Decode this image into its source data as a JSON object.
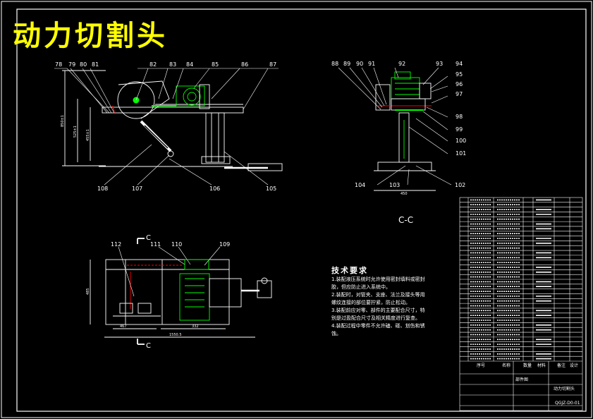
{
  "title": "动力切割头",
  "section_label": "C-C",
  "section_marks": [
    "C",
    "C"
  ],
  "callouts": {
    "front": [
      "78",
      "79",
      "80",
      "81",
      "82",
      "83",
      "84",
      "85",
      "86",
      "87"
    ],
    "front_bottom": [
      "108",
      "107",
      "106",
      "105"
    ],
    "side": [
      "88",
      "89",
      "90",
      "91",
      "92",
      "93",
      "94",
      "95",
      "96",
      "97",
      "98",
      "99",
      "100",
      "101"
    ],
    "side_bottom": [
      "104",
      "103",
      "102"
    ],
    "plan": [
      "112",
      "111",
      "110",
      "109"
    ]
  },
  "dims": {
    "front_v1": "850±1",
    "front_v2": "525±1",
    "front_v3": "455±1",
    "side_w": "450",
    "plan_w1": "467",
    "plan_w2": "332",
    "plan_total": "1550.5",
    "plan_h": "485"
  },
  "notes": {
    "heading": "技术要求",
    "lines": [
      "1.装配液压系统时允许使用密封填料或密封",
      "胶，但应防止进入系统中。",
      "2.装配时，对管夹、支座、法兰及接头等用",
      "螺纹连接的部位要拧紧，防止松动。",
      "3.装配前应对零、部件的主要配合尺寸，特",
      "别是过盈配合尺寸及相关精度进行复查。",
      "4.装配过程中零件不允许磕、碰、划伤和锈",
      "蚀。"
    ]
  },
  "title_block": {
    "headers": [
      "序号",
      "名称",
      "数量",
      "材料",
      "备注"
    ],
    "assembly_label": "部件图",
    "drawing_name": "动力切割头",
    "drawing_no": "QGJZ-D0-01",
    "designer_label": "设计"
  }
}
